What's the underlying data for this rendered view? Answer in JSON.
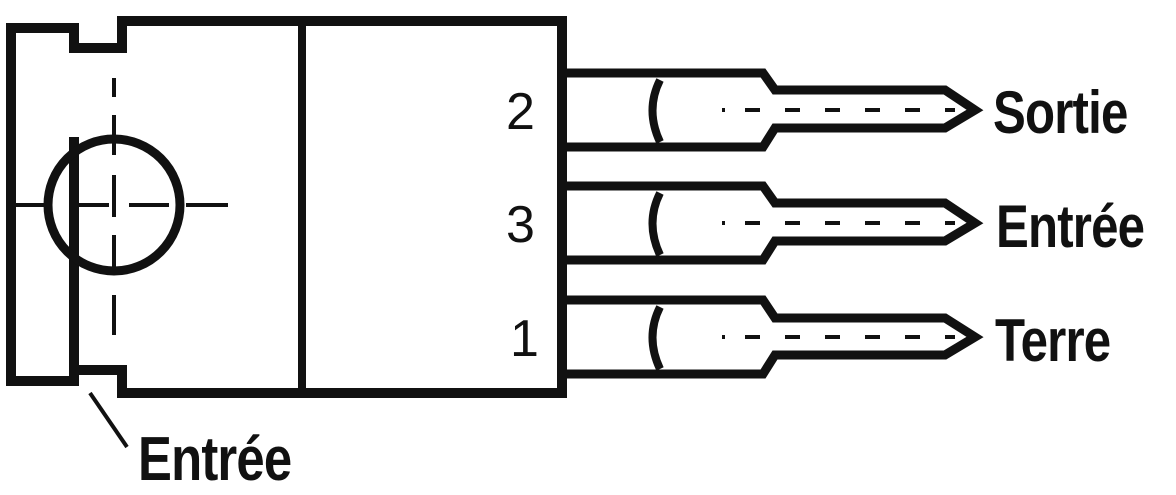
{
  "diagram": {
    "type": "TO-220 voltage regulator pinout",
    "stroke_color": "#111111",
    "background": "#ffffff",
    "tab_label": "Entrée",
    "pins": [
      {
        "number": "2",
        "label": "Sortie"
      },
      {
        "number": "3",
        "label": "Entrée"
      },
      {
        "number": "1",
        "label": "Terre"
      }
    ]
  }
}
